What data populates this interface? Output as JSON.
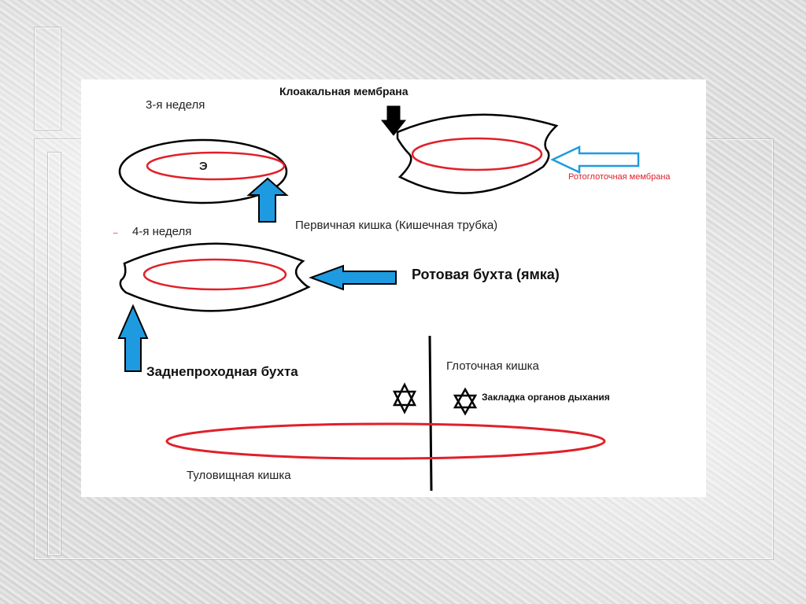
{
  "labels": {
    "week3": "3-я неделя",
    "e_letter": "Э",
    "cloacal_membrane": "Клоакальная мембрана",
    "oropharyngeal_membrane": "Ротоглоточная мембрана",
    "primary_gut": "Первичная кишка  (Кишечная трубка)",
    "dash": "–",
    "week4": "4-я неделя",
    "oral_bay": "Ротовая  бухта  (ямка)",
    "anal_bay": "Заднепроходная бухта",
    "pharyngeal_gut": "Глоточная кишка",
    "respiratory_anlage": "Закладка органов дыхания",
    "trunk_gut": "Туловищная кишка"
  },
  "colors": {
    "arrow_blue": "#1e9be0",
    "red_line": "#e0202a",
    "black": "#000000"
  }
}
